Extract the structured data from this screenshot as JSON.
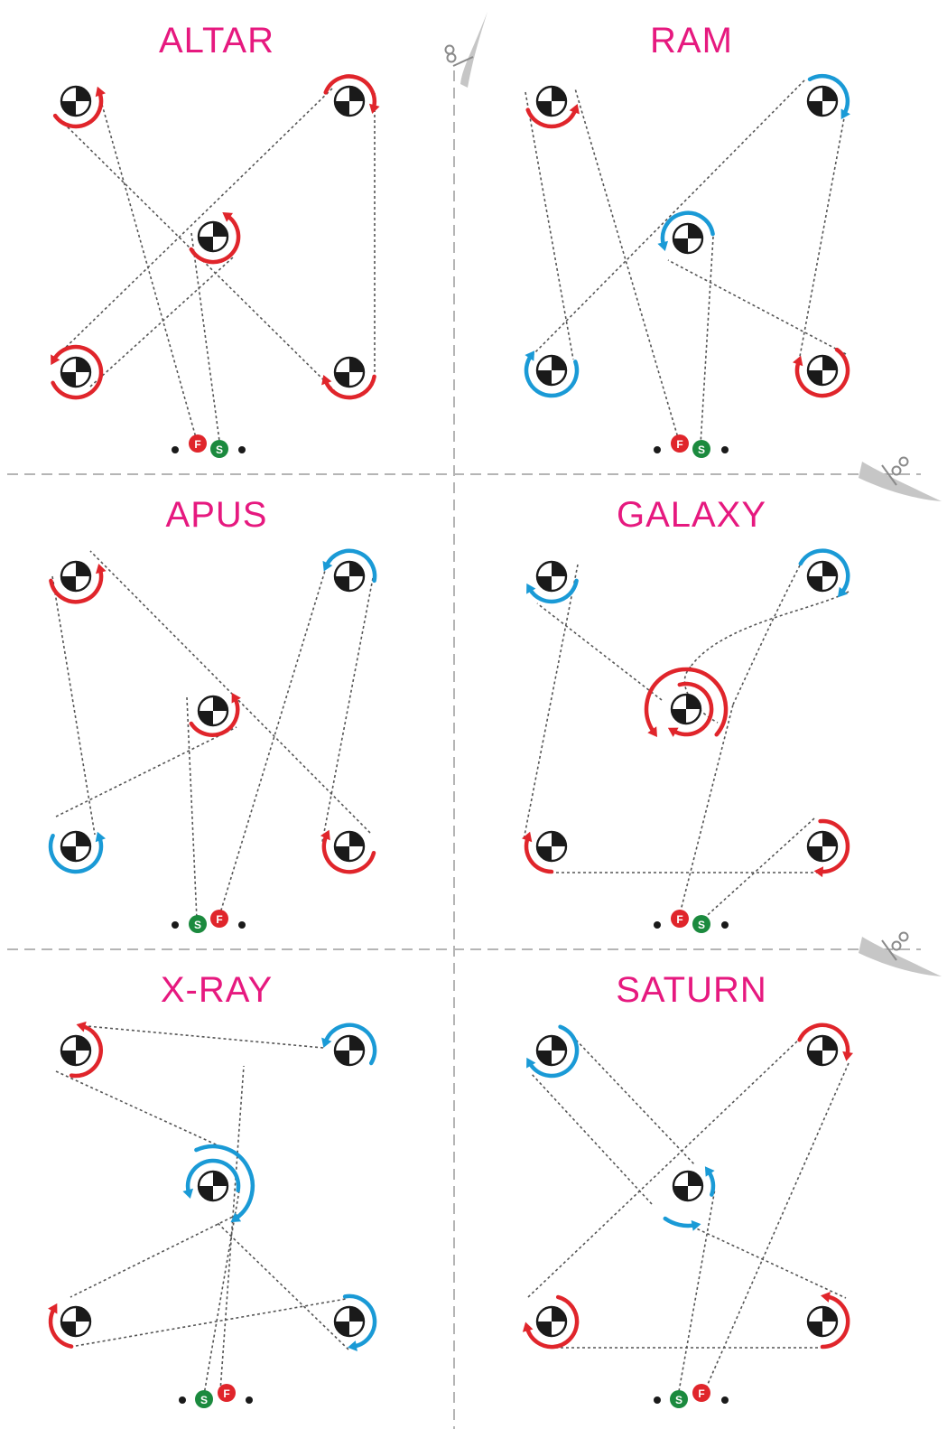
{
  "colors": {
    "title": "#e6197f",
    "red": "#e0252b",
    "blue": "#1a9ad6",
    "green": "#1b8a3e",
    "black": "#1a1a1a",
    "dash": "#555555",
    "cut_line": "#b5b5b5"
  },
  "icons": [
    "scissors-icon",
    "finish-badge-icon",
    "start-badge-icon",
    "target-marker-icon"
  ],
  "panels": [
    {
      "name": "ALTAR"
    },
    {
      "name": "RAM"
    },
    {
      "name": "APUS"
    },
    {
      "name": "GALAXY"
    },
    {
      "name": "X-RAY"
    },
    {
      "name": "SATURN"
    }
  ],
  "badges": {
    "finish": "F",
    "start": "S"
  }
}
